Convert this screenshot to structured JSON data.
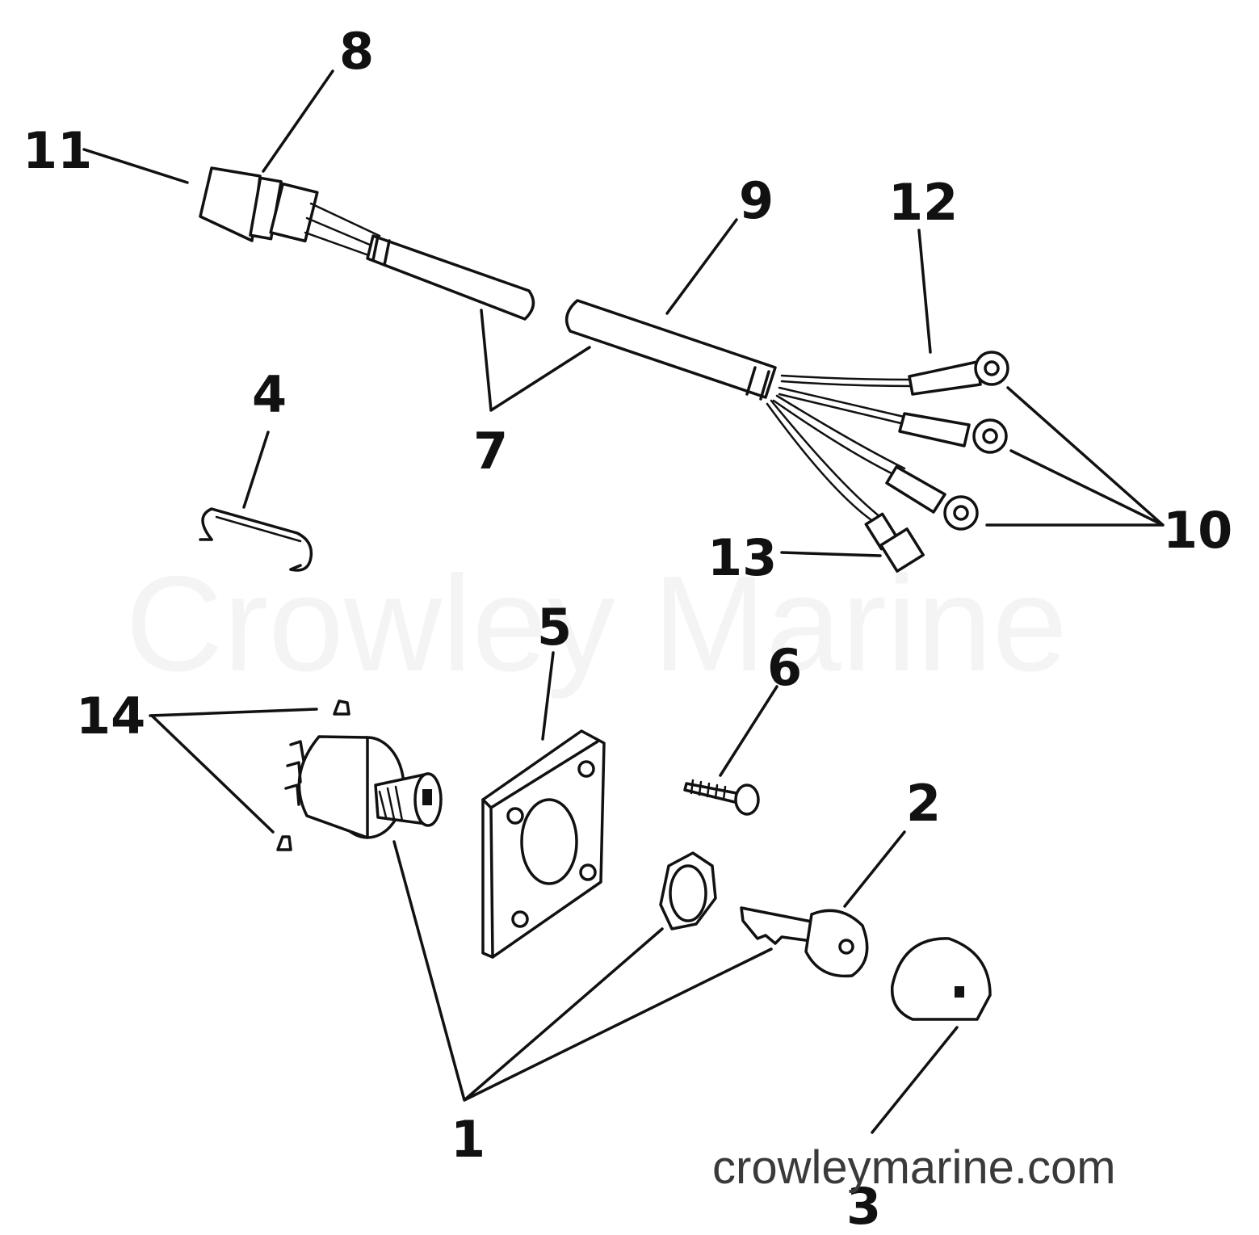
{
  "watermark_text": "Crowley Marine",
  "footer_url": "crowleymarine.com",
  "callouts": {
    "c1": "1",
    "c2": "2",
    "c3": "3",
    "c4": "4",
    "c5": "5",
    "c6": "6",
    "c7": "7",
    "c8": "8",
    "c9": "9",
    "c10": "10",
    "c11": "11",
    "c12": "12",
    "c13": "13",
    "c14": "14"
  },
  "colors": {
    "line": "#111111",
    "background": "#ffffff",
    "watermark": "#f3f3f3",
    "url_text": "#3a3a3a"
  }
}
